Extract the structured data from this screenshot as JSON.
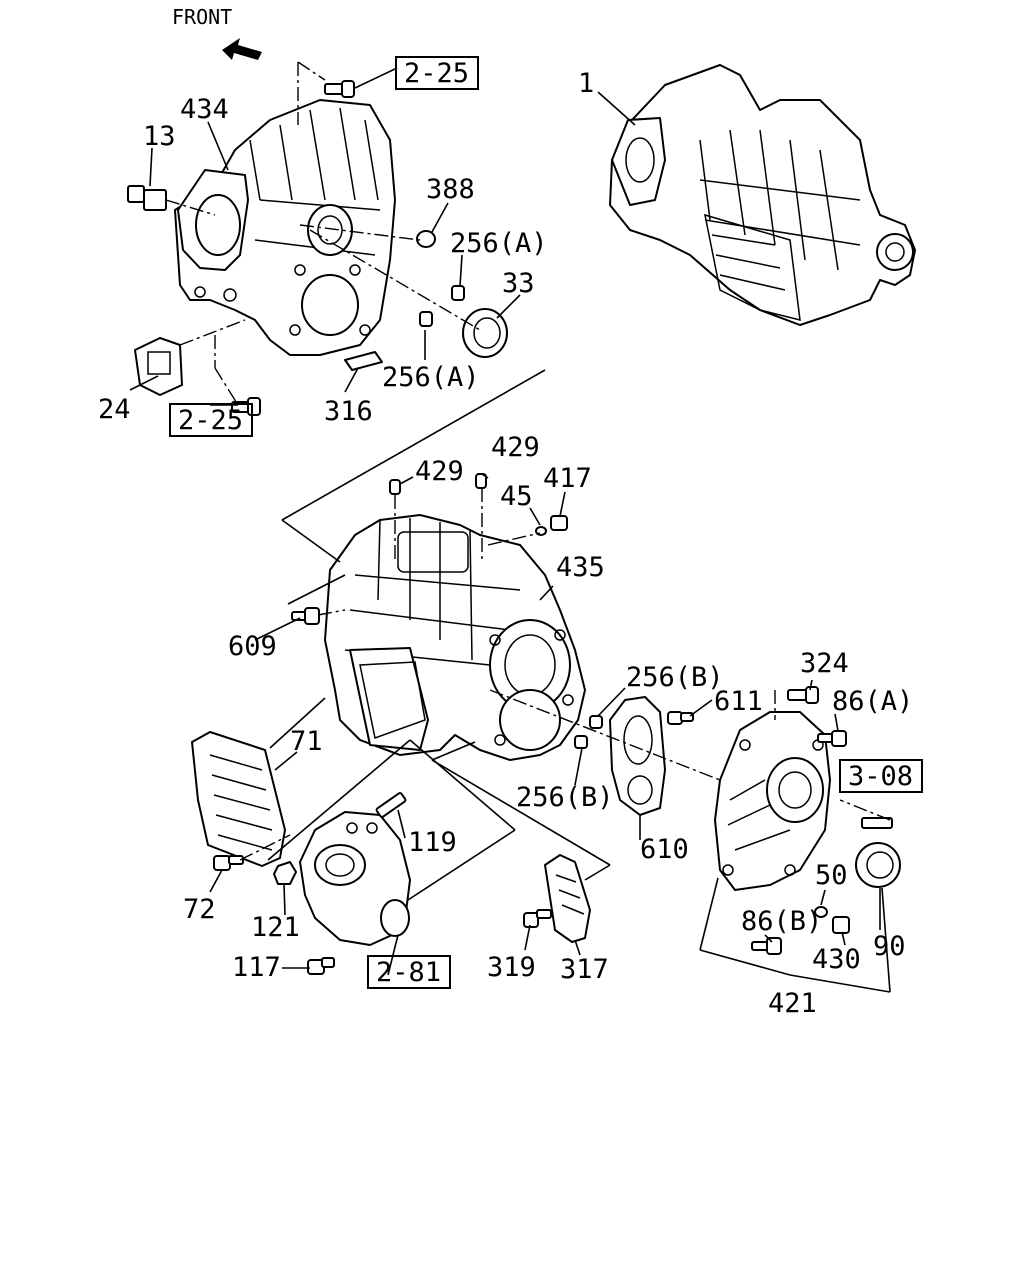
{
  "front_label": "FRONT",
  "callouts": {
    "c1": "1",
    "c13": "13",
    "c434": "434",
    "c388": "388",
    "c256a_top": "256(A)",
    "c33": "33",
    "c256a_bottom": "256(A)",
    "c24": "24",
    "c316": "316",
    "c429_left": "429",
    "c429_right": "429",
    "c45": "45",
    "c417": "417",
    "c435": "435",
    "c609": "609",
    "c256b_top": "256(B)",
    "c611": "611",
    "c324": "324",
    "c86a": "86(A)",
    "c71": "71",
    "c256b_bottom": "256(B)",
    "c119": "119",
    "c610": "610",
    "c72": "72",
    "c121": "121",
    "c117": "117",
    "c319": "319",
    "c317": "317",
    "c50": "50",
    "c86b": "86(B)",
    "c430": "430",
    "c90": "90",
    "c421": "421"
  },
  "references": {
    "ref_top": "2-25",
    "ref_left": "2-25",
    "ref_right": "3-08",
    "ref_bottom": "2-81"
  }
}
